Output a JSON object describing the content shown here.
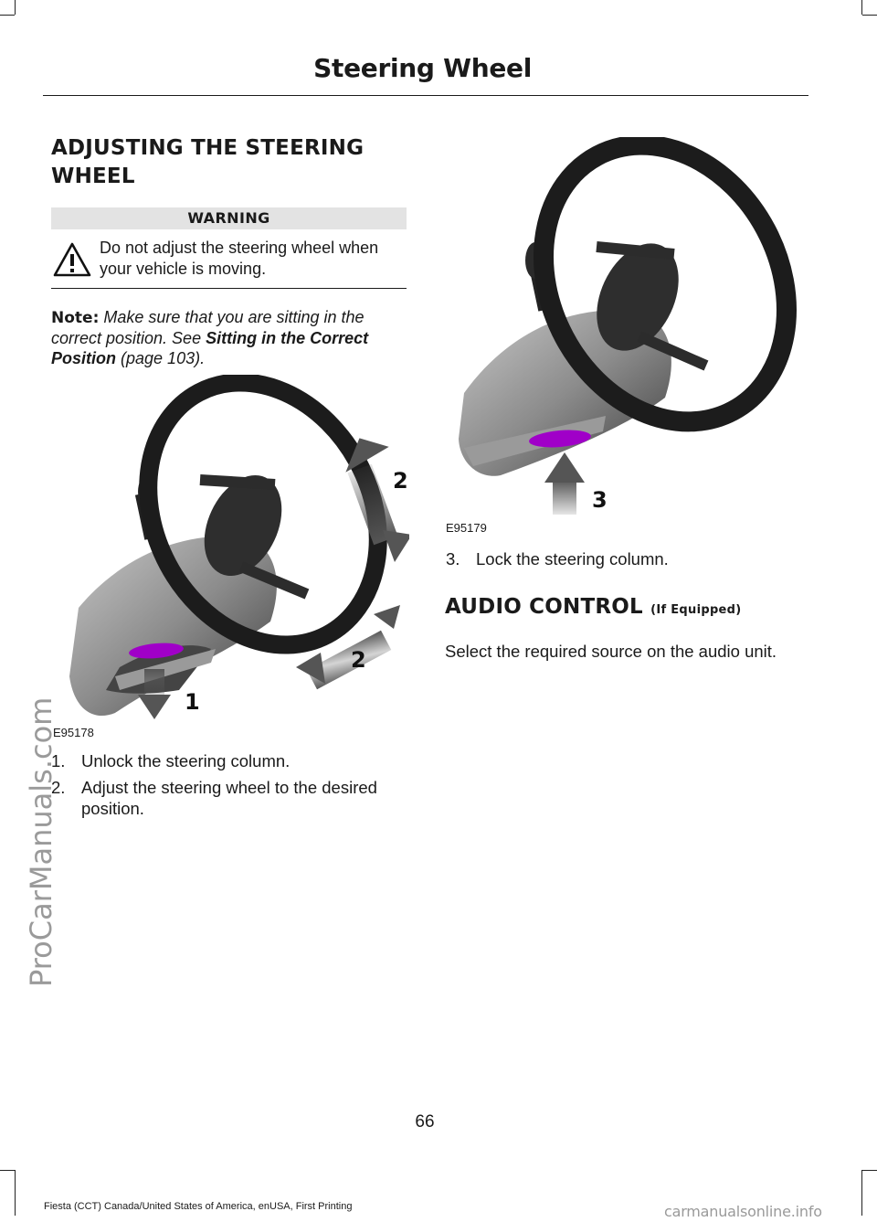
{
  "header": {
    "title": "Steering Wheel"
  },
  "side_watermark": "ProCarManuals.com",
  "section": {
    "title": "ADJUSTING THE STEERING WHEEL"
  },
  "warning": {
    "label": "WARNING",
    "text": "Do not adjust the steering wheel when your vehicle is moving."
  },
  "note": {
    "label": "Note:",
    "text": "Make sure that you are sitting in the correct position.  See",
    "link": "Sitting in the Correct Position",
    "page_ref": "(page 103)."
  },
  "figure1": {
    "code": "E95178",
    "callouts": [
      "2",
      "2",
      "1"
    ]
  },
  "figure2": {
    "code": "E95179",
    "callouts": [
      "3"
    ]
  },
  "steps": [
    {
      "number": "1.",
      "text": "Unlock the steering column."
    },
    {
      "number": "2.",
      "text": "Adjust the steering wheel to the desired position."
    },
    {
      "number": "3.",
      "text": "Lock the steering column."
    }
  ],
  "audio": {
    "title": "AUDIO CONTROL",
    "qualifier": "(If Equipped)",
    "text": "Select the required source on the audio unit."
  },
  "page_number": "66",
  "footer": "Fiesta (CCT) Canada/United States of America, enUSA, First Printing",
  "bottom_watermark": "carmanualsonline.info",
  "colors": {
    "lever": "#a000c8",
    "arrow": "#555555",
    "wheel": "#1c1c1c",
    "column": "#8a8a8a",
    "warning_bar": "#e3e3e3"
  }
}
